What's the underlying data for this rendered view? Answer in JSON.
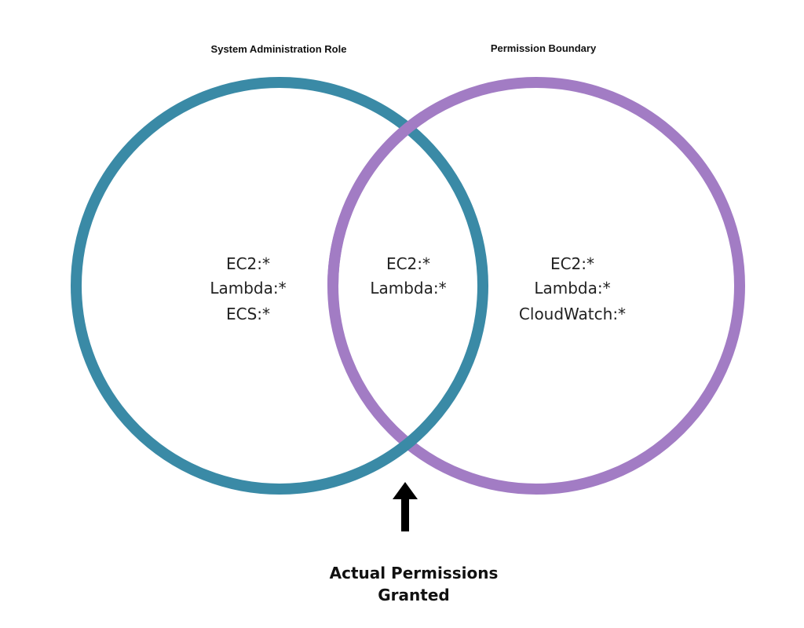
{
  "colors": {
    "left_circle": "#3a8aa6",
    "right_circle": "#a27cc4",
    "arrow": "#000000",
    "text": "#222222"
  },
  "left_set": {
    "title": "System Administration Role",
    "permissions": [
      "EC2:*",
      "Lambda:*",
      "ECS:*"
    ]
  },
  "right_set": {
    "title": "Permission Boundary",
    "permissions": [
      "EC2:*",
      "Lambda:*",
      "CloudWatch:*"
    ]
  },
  "intersection": {
    "permissions": [
      "EC2:*",
      "Lambda:*"
    ]
  },
  "callout": {
    "icon": "arrow-up-icon",
    "line1": "Actual Permissions",
    "line2": "Granted"
  }
}
